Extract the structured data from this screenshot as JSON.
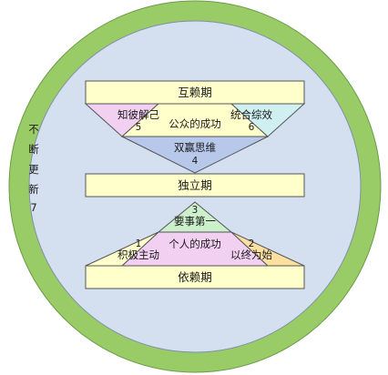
{
  "diagram": {
    "outer_ring_color": "#99cc66",
    "inner_fill_color": "#d4dff0",
    "bar_fill_color": "#ffffcc",
    "side_text": [
      "不",
      "断",
      "更",
      "新",
      "7"
    ],
    "top_bar": {
      "label": "互赖期"
    },
    "middle_bar": {
      "label": "独立期"
    },
    "bottom_bar": {
      "label": "依赖期"
    },
    "upper_triangle": {
      "left": {
        "label": "知彼解己",
        "number": "5",
        "color": "#f2d0f2"
      },
      "center": {
        "label": "公众的成功",
        "color": "#ffffcc"
      },
      "right": {
        "label": "统合综效",
        "number": "6",
        "color": "#cfeff0"
      },
      "bottom": {
        "label": "双赢思维",
        "number": "4",
        "color": "#b8c8ea"
      }
    },
    "lower_triangle": {
      "top": {
        "label": "要事第一",
        "number": "3",
        "color": "#ccf0cc"
      },
      "center": {
        "label": "个人的成功",
        "color": "#f2d0f2"
      },
      "left": {
        "label": "积极主动",
        "number": "1",
        "color": "#ffffcc"
      },
      "right": {
        "label": "以终为始",
        "number": "2",
        "color": "#fbe0a0"
      }
    }
  }
}
